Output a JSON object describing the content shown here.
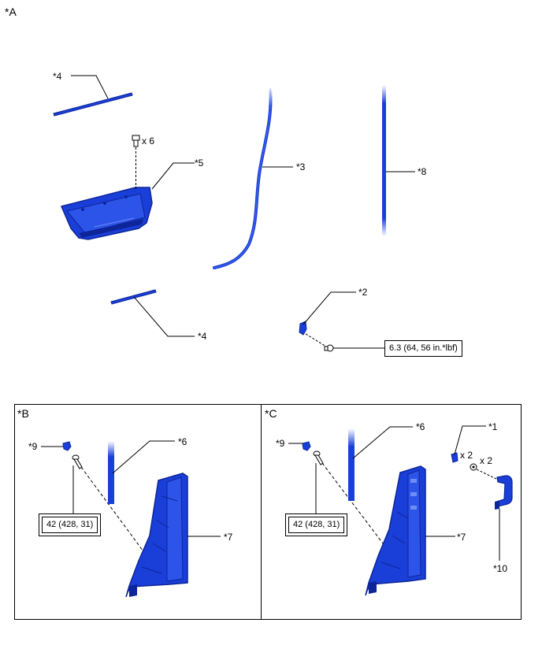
{
  "section_a": {
    "title": "*A"
  },
  "section_b": {
    "title": "*B",
    "torque": "42 (428, 31)"
  },
  "section_c": {
    "title": "*C",
    "torque": "42 (428, 31)"
  },
  "labels": {
    "p1": "*1",
    "p2": "*2",
    "p3": "*3",
    "p4": "*4",
    "p5": "*5",
    "p6": "*6",
    "p7": "*7",
    "p8": "*8",
    "p9": "*9",
    "p10": "*10"
  },
  "quantities": {
    "clip_x6": "x 6",
    "x2": "x 2"
  },
  "torque_a": "6.3 (64, 56 in.*lbf)",
  "colors": {
    "part_blue": "#1a3fd8",
    "part_dark": "#0d2599",
    "line": "#000000"
  }
}
